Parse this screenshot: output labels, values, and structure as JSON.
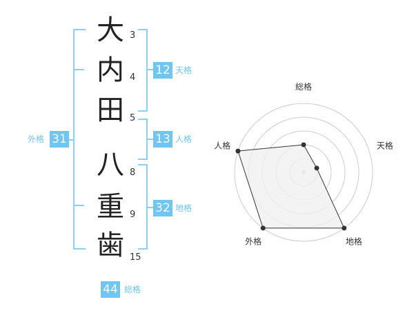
{
  "name_chars": [
    {
      "char": "大",
      "strokes": "3"
    },
    {
      "char": "内",
      "strokes": "4"
    },
    {
      "char": "田",
      "strokes": "5"
    },
    {
      "char": "八",
      "strokes": "8"
    },
    {
      "char": "重",
      "strokes": "9"
    },
    {
      "char": "歯",
      "strokes": "15"
    }
  ],
  "kakusu": {
    "tenkaku": {
      "value": "12",
      "label": "天格"
    },
    "jinkaku": {
      "value": "13",
      "label": "人格"
    },
    "chikaku": {
      "value": "32",
      "label": "地格"
    },
    "gaikaku": {
      "value": "31",
      "label": "外格"
    },
    "soukaku": {
      "value": "44",
      "label": "総格"
    }
  },
  "colors": {
    "accent": "#6fc6f2",
    "bracket": "#8ad0f4",
    "polygon_fill": "#f0f0f0",
    "grid": "#cccccc"
  },
  "chart_data": {
    "type": "radar",
    "axes": [
      "総格",
      "天格",
      "地格",
      "外格",
      "人格"
    ],
    "values": [
      2,
      1,
      5,
      5,
      5
    ],
    "range": [
      0,
      5
    ],
    "rings": 5
  }
}
